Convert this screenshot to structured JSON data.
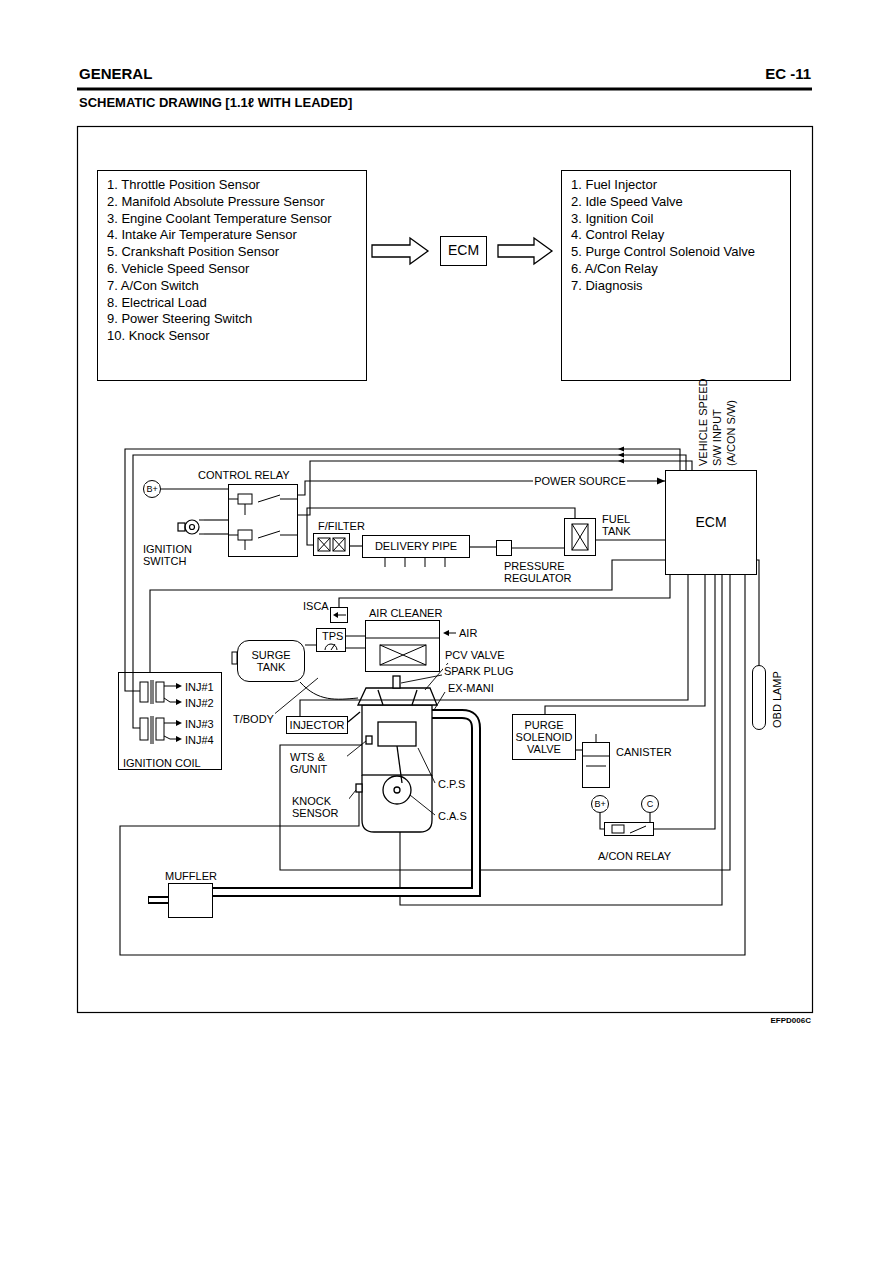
{
  "diagram": {
    "title": "SCHEMATIC DRAWING [1.1ℓ WITH LEADED]",
    "caption": "EFPD006C",
    "nodes": [
      {
        "text": [
          "1. Throttle Position Sensor",
          "2. Manifold Absolute Pressure Sensor",
          "3. Engine Coolant Temperature Sensor",
          "4. Intake Air Temperature Sensor",
          "5. Crankshaft Position Sensor",
          "6. Vehicle Speed Sensor",
          "7. A/Con Switch",
          "8. Electrical Load",
          "9. Power Steering Switch",
          "10. Knock Sensor"
        ]
      },
      {
        "text": [
          "ECM"
        ]
      },
      {
        "text": [
          "1. Fuel Injector",
          "2. Idle Speed Valve",
          "3. Ignition Coil",
          "4. Control Relay",
          "5. Purge Control Solenoid Valve",
          "6. A/Con Relay",
          "7. Diagnosis"
        ]
      },
      {
        "text": [
          "B+"
        ]
      },
      {
        "text": [
          "CONTROL RELAY"
        ]
      },
      {
        "text": [
          "F/FILTER"
        ]
      },
      {
        "text": [
          "DELIVERY PIPE"
        ]
      },
      {
        "text": [
          "PRESSURE REGULATOR"
        ]
      },
      {
        "text": [
          "FUEL TANK"
        ]
      },
      {
        "text": [
          "ECM"
        ]
      },
      {
        "text": [
          "ISCA"
        ]
      },
      {
        "text": [
          "TPS"
        ]
      },
      {
        "text": [
          "AIR CLEANER"
        ]
      },
      {
        "text": [
          "SURGE TANK"
        ]
      },
      {
        "text": [
          "INJ#1",
          "INJ#2",
          "INJ#3",
          "INJ#4",
          "IGNITION COIL"
        ]
      },
      {
        "text": [
          "INJECTOR"
        ]
      },
      {
        "text": [
          "PURGE SOLENOID VALVE"
        ]
      },
      {
        "text": [
          "CANISTER"
        ]
      },
      {
        "text": [
          "B+"
        ]
      },
      {
        "text": [
          "C"
        ]
      },
      {
        "text": [
          "A/CON RELAY"
        ]
      },
      {
        "text": [
          "MUFFLER"
        ]
      },
      {
        "text": [
          "OBD LAMP"
        ]
      }
    ],
    "edges": [
      {
        "from": 0,
        "to": 1,
        "arrow": "to"
      },
      {
        "from": 1,
        "to": 2,
        "arrow": "to"
      },
      {
        "from": 3,
        "to": 4,
        "arrow": "none"
      },
      {
        "from": 4,
        "to": 9,
        "label": "POWER SOURCE",
        "arrow": "to"
      },
      {
        "from": 5,
        "to": 6,
        "arrow": "none"
      },
      {
        "from": 6,
        "to": 7,
        "arrow": "none"
      },
      {
        "from": 8,
        "to": 5,
        "arrow": "none"
      },
      {
        "from": 7,
        "to": 8,
        "arrow": "none"
      },
      {
        "from": 9,
        "to": 8,
        "arrow": "none"
      },
      {
        "from": 9,
        "to": 10,
        "arrow": "none"
      },
      {
        "from": 9,
        "to": 14,
        "arrow": "none"
      },
      {
        "from": 9,
        "to": 15,
        "arrow": "none"
      },
      {
        "from": 9,
        "to": 16,
        "arrow": "none"
      },
      {
        "from": 16,
        "to": 17,
        "arrow": "none"
      },
      {
        "from": 18,
        "to": 20,
        "arrow": "none"
      },
      {
        "from": 19,
        "to": 20,
        "arrow": "none"
      },
      {
        "from": 9,
        "to": 20,
        "arrow": "none"
      },
      {
        "from": 9,
        "to": 22,
        "arrow": "none"
      }
    ],
    "labels": [
      "GENERAL",
      "EC -11",
      "IGNITION SWITCH",
      "AIR",
      "PCV VALVE",
      "SPARK PLUG",
      "EX-MANI",
      "T/BODY",
      "WTS & G/UNIT",
      "KNOCK SENSOR",
      "C.P.S",
      "C.A.S",
      "VEHICLE SPEED",
      "S/W INPUT",
      "(A/CON S/W)"
    ]
  }
}
